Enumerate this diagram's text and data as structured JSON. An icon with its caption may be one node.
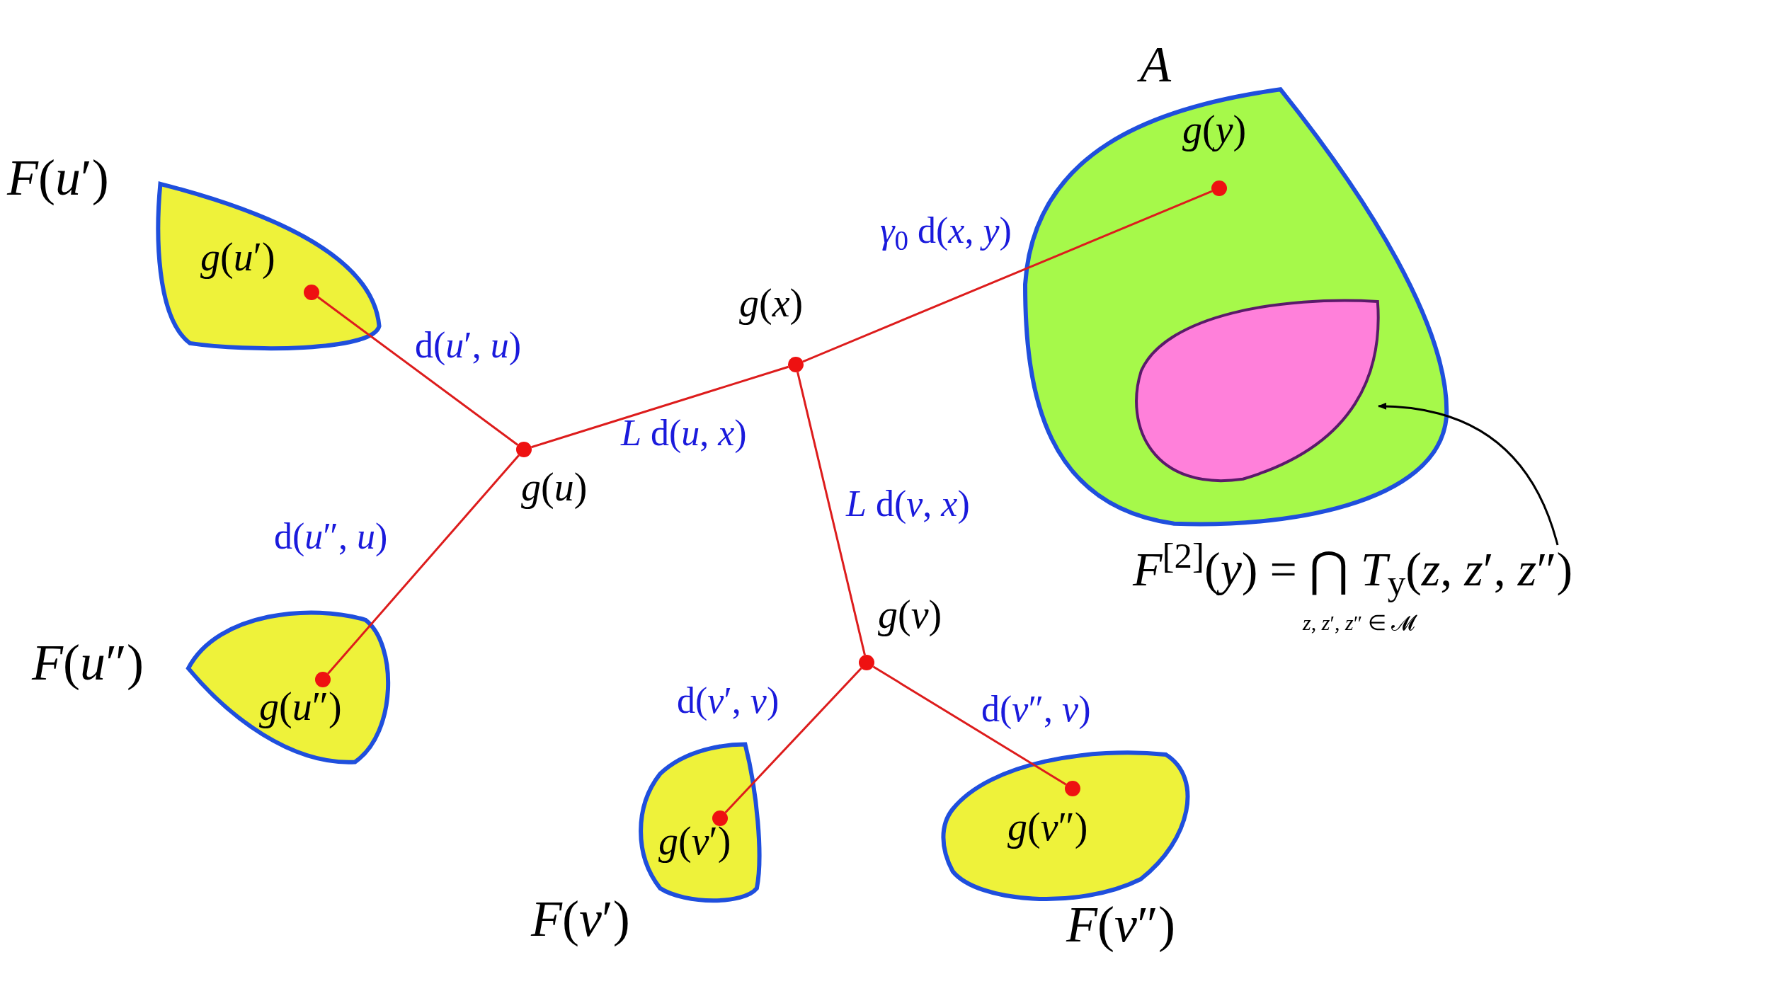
{
  "diagram": {
    "nodes": [
      {
        "text": [
          "*F*(*u*′)"
        ]
      },
      {
        "text": [
          "*g*(*u*′)"
        ],
        "in": 0
      },
      {
        "text": [
          "*g*(*u*)"
        ]
      },
      {
        "text": [
          "*g*(*x*)"
        ]
      },
      {
        "text": [
          "*A*"
        ]
      },
      {
        "text": [
          "*g*(*y*)"
        ],
        "in": 4
      },
      {
        "text": [],
        "shape": "blob",
        "in": 4
      },
      {
        "text": [
          "*F*$^{[2]}$(*y*) = ⋂ *T*$_{y}$(*z*, *z*′, *z*″)",
          "*z*, *z*′, *z*″ ∈ 𝓜"
        ]
      },
      {
        "text": [
          "*F*(*u*″)"
        ]
      },
      {
        "text": [
          "*g*(*u*″)"
        ],
        "in": 8
      },
      {
        "text": [
          "*g*(*v*)"
        ]
      },
      {
        "text": [
          "*F*(*v*′)"
        ]
      },
      {
        "text": [
          "*g*(*v*′)"
        ],
        "in": 11
      },
      {
        "text": [
          "*F*(*v*″)"
        ]
      },
      {
        "text": [
          "*g*(*v*″)"
        ],
        "in": 13
      }
    ],
    "edges": [
      {
        "from": 1,
        "to": 2,
        "arrow": "none",
        "label": "d(*u*′, *u*)"
      },
      {
        "from": 9,
        "to": 2,
        "arrow": "none",
        "label": "d(*u*″, *u*)"
      },
      {
        "from": 2,
        "to": 3,
        "arrow": "none",
        "label": "*L* d(*u*, *x*)"
      },
      {
        "from": 3,
        "to": 5,
        "arrow": "none",
        "label": "*γ*$_{0}$ d(*x*, *y*)"
      },
      {
        "from": 3,
        "to": 10,
        "arrow": "none",
        "label": "*L* d(*v*, *x*)"
      },
      {
        "from": 10,
        "to": 12,
        "arrow": "none",
        "label": "d(*v*′, *v*)"
      },
      {
        "from": 10,
        "to": 14,
        "arrow": "none",
        "label": "d(*v*″, *v*)"
      },
      {
        "from": 7,
        "to": 6,
        "arrow": "to",
        "color": "#000000"
      }
    ]
  }
}
